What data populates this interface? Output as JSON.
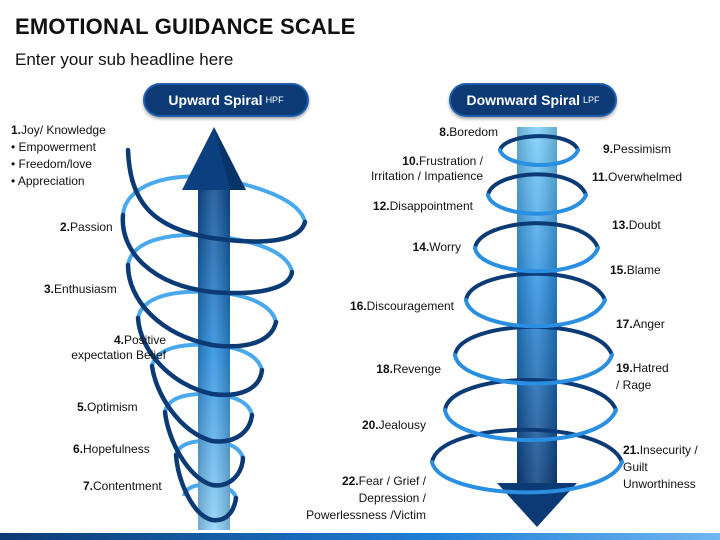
{
  "title": "EMOTIONAL GUIDANCE SCALE",
  "subtitle": "Enter your sub headline here",
  "upward": {
    "label": "Upward Spiral",
    "tag": "HPF",
    "top_number": "1.",
    "top_first": "Joy/ Knowledge",
    "top_bullets": [
      "Empowerment",
      "Freedom/love",
      "Appreciation"
    ],
    "items": [
      {
        "num": "2.",
        "text": "Passion"
      },
      {
        "num": "3.",
        "text": "Enthusiasm"
      },
      {
        "num": "4.",
        "text": "Positive",
        "text2": "expectation Belief"
      },
      {
        "num": "5.",
        "text": "Optimism"
      },
      {
        "num": "6.",
        "text": "Hopefulness"
      },
      {
        "num": "7.",
        "text": "Contentment"
      }
    ]
  },
  "downward": {
    "label": "Downward Spiral",
    "tag": "LPF",
    "left_items": [
      {
        "num": "8.",
        "text": "Boredom"
      },
      {
        "num": "10.",
        "text": "Frustration  /",
        "text2": "Irritation / Impatience"
      },
      {
        "num": "12.",
        "text": "Disappointment"
      },
      {
        "num": "14.",
        "text": "Worry"
      },
      {
        "num": "16.",
        "text": "Discouragement"
      },
      {
        "num": "18.",
        "text": "Revenge"
      },
      {
        "num": "20.",
        "text": "Jealousy"
      },
      {
        "num": "22.",
        "text": "Fear / Grief /",
        "text2": "Depression /",
        "text3": "Powerlessness /Victim"
      }
    ],
    "right_items": [
      {
        "num": "9.",
        "text": "Pessimism"
      },
      {
        "num": "11.",
        "text": "Overwhelmed"
      },
      {
        "num": "13.",
        "text": "Doubt"
      },
      {
        "num": "15.",
        "text": "Blame"
      },
      {
        "num": "17.",
        "text": "Anger"
      },
      {
        "num": "19.",
        "text": "Hatred",
        "text2": "/ Rage"
      },
      {
        "num": "21.",
        "text": "Insecurity /",
        "text2": "Guilt",
        "text3": "Unworthiness"
      }
    ]
  },
  "colors": {
    "navy": "#0b3a75",
    "mid_blue": "#1f7fd6",
    "light_blue": "#6fc0f5"
  }
}
